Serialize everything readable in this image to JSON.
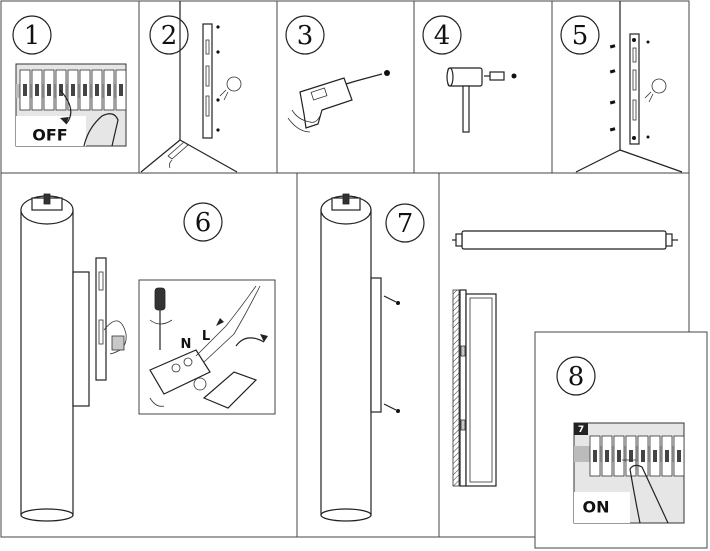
{
  "steps": [
    {
      "number": "1",
      "label": "OFF"
    },
    {
      "number": "2"
    },
    {
      "number": "3"
    },
    {
      "number": "4"
    },
    {
      "number": "5"
    },
    {
      "number": "6",
      "wire_labels": [
        "N",
        "L"
      ]
    },
    {
      "number": "7"
    },
    {
      "number": "8",
      "label": "ON",
      "tag": "7"
    }
  ]
}
